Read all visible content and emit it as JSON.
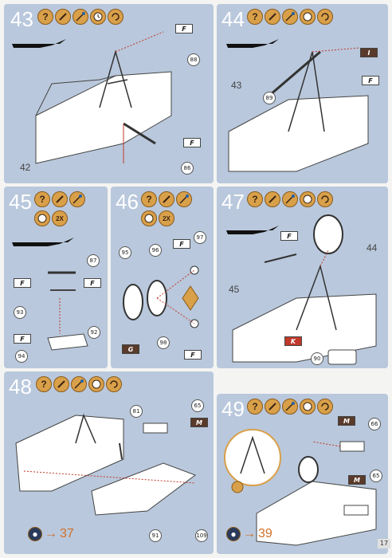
{
  "page_number": "17",
  "steps": [
    {
      "number": "43",
      "parts": [
        "88",
        "86"
      ],
      "flags": [
        "F",
        "F"
      ],
      "callouts": [
        "42"
      ]
    },
    {
      "number": "44",
      "parts": [
        "89"
      ],
      "flags": [
        "I",
        "F"
      ],
      "callouts": [
        "43"
      ]
    },
    {
      "number": "45",
      "badge": "2X",
      "parts": [
        "87",
        "93",
        "92",
        "94"
      ],
      "flags": [
        "F",
        "F",
        "F"
      ]
    },
    {
      "number": "46",
      "badge": "2X",
      "parts": [
        "95",
        "96",
        "97",
        "98",
        "G"
      ],
      "flags": [
        "F",
        "F"
      ]
    },
    {
      "number": "47",
      "parts": [
        "90"
      ],
      "flags": [
        "F",
        "K"
      ],
      "callouts": [
        "44",
        "45"
      ]
    },
    {
      "number": "48",
      "parts": [
        "81",
        "65",
        "91",
        "109"
      ],
      "flags": [
        "M"
      ],
      "next_step": "37"
    },
    {
      "number": "49",
      "parts": [
        "66",
        "65"
      ],
      "flags": [
        "M",
        "M"
      ],
      "next_step": "39"
    }
  ]
}
